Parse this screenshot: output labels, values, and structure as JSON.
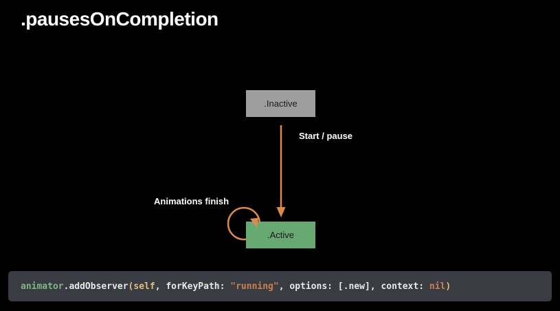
{
  "slide": {
    "title": ".pausesOnCompletion",
    "background": "#000000"
  },
  "diagram": {
    "states": [
      {
        "id": "inactive",
        "label": ".Inactive",
        "color": "#9e9e9e"
      },
      {
        "id": "active",
        "label": ".Active",
        "color": "#68a873"
      }
    ],
    "transitions": [
      {
        "from": "inactive",
        "to": "active",
        "label": "Start / pause"
      },
      {
        "from": "active",
        "to": "active",
        "label": "Animations finish"
      }
    ],
    "arrow_color": "#dd8a4d"
  },
  "code": {
    "background": "#393d43",
    "tokens": [
      {
        "text": "animator",
        "color": "#7fb685"
      },
      {
        "text": ".addObserver",
        "color": "#e8e8e8"
      },
      {
        "text": "(",
        "color": "#e2be7d"
      },
      {
        "text": "self",
        "color": "#e2be7d"
      },
      {
        "text": ", forKeyPath: ",
        "color": "#e8e8e8"
      },
      {
        "text": "\"running\"",
        "color": "#ce7e4f"
      },
      {
        "text": ", options: [.new], context: ",
        "color": "#e8e8e8"
      },
      {
        "text": "nil",
        "color": "#ce7e4f"
      },
      {
        "text": ")",
        "color": "#e2be7d"
      }
    ]
  }
}
